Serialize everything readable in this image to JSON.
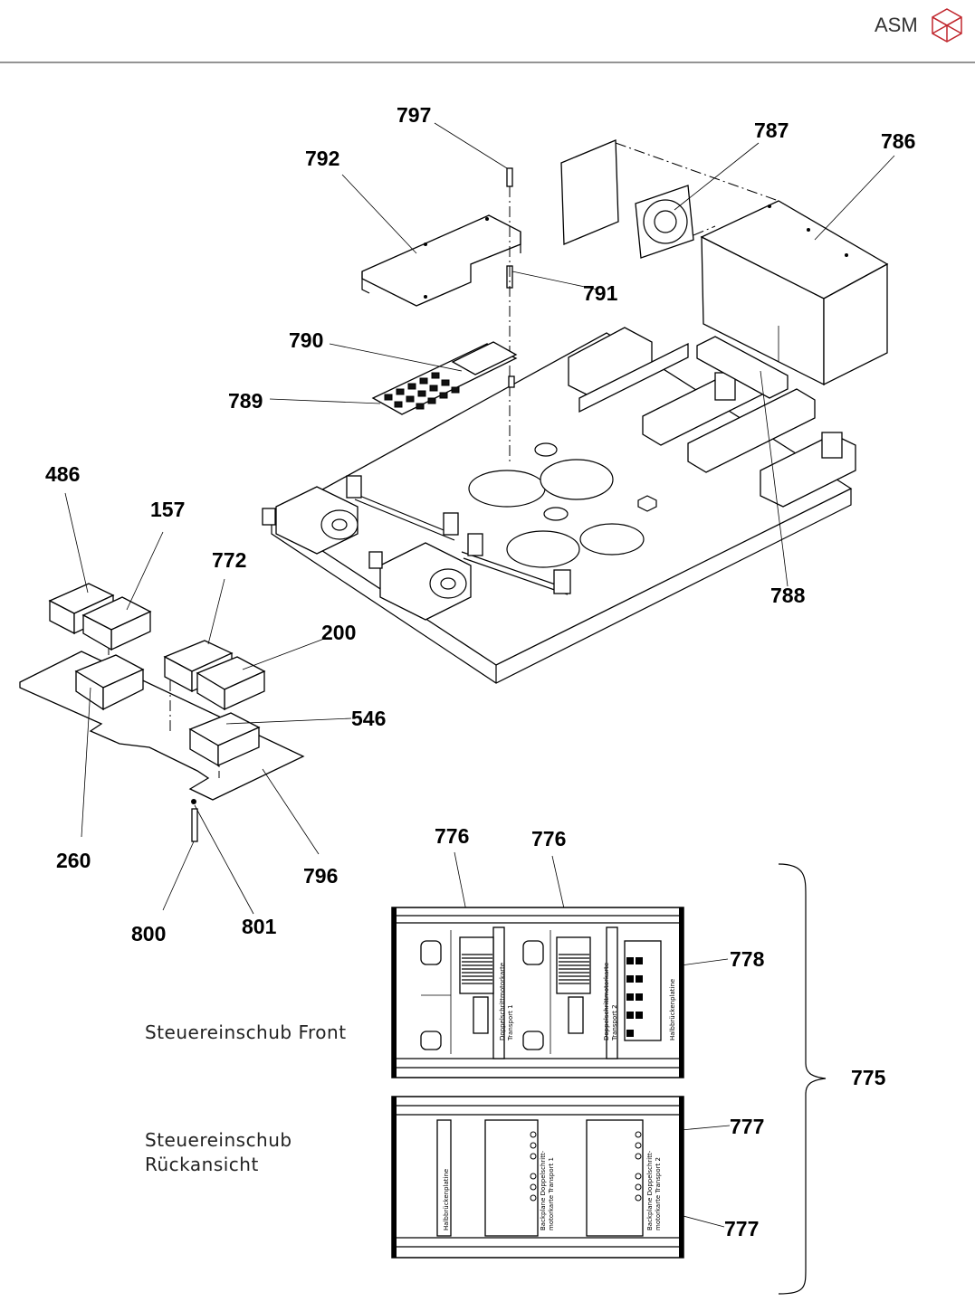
{
  "header": {
    "brand": "ASM",
    "brand_color": "#c0262d",
    "logo": "asm-cube-logo"
  },
  "callouts": {
    "c797": "797",
    "c792": "792",
    "c787": "787",
    "c786": "786",
    "c791": "791",
    "c790": "790",
    "c789": "789",
    "c486": "486",
    "c157": "157",
    "c772": "772",
    "c200": "200",
    "c546": "546",
    "c788": "788",
    "c260": "260",
    "c796": "796",
    "c800": "800",
    "c801": "801",
    "c776a": "776",
    "c776b": "776",
    "c778": "778",
    "c775": "775",
    "c777a": "777",
    "c777b": "777"
  },
  "captions": {
    "front": "Steuereinschub  Front",
    "rear_line1": "Steuereinschub",
    "rear_line2": "Rückansicht"
  },
  "board_labels": {
    "front_card1_a": "Doppelschrittmotorkarte",
    "front_card1_b": "Transport 1",
    "front_card2_a": "Doppelschrittmotorkarte",
    "front_card2_b": "Transport 2",
    "front_half": "Halbbrückenplatine",
    "rear_half": "Halbbrückenplatine",
    "rear_bp1_a": "Backplane Doppelschritt-",
    "rear_bp1_b": "motorkarte Transport 1",
    "rear_bp2_a": "Backplane Doppelschritt-",
    "rear_bp2_b": "motorkarte Transport 2"
  }
}
